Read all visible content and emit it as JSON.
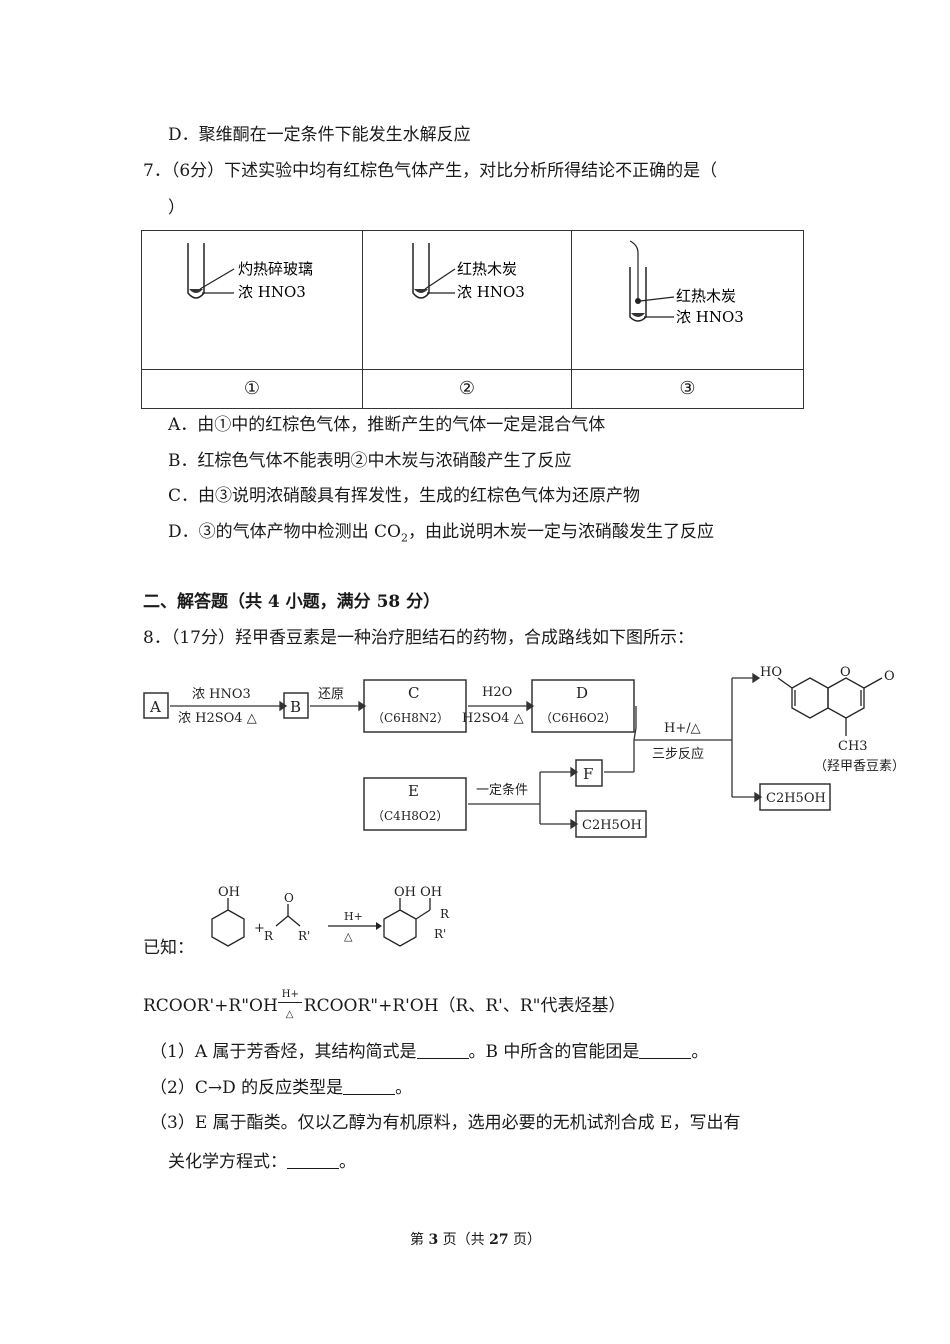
{
  "q6": {
    "optionD": "D．聚维酮在一定条件下能发生水解反应"
  },
  "q7": {
    "stem": "7．（6分）下述实验中均有红棕色气体产生，对比分析所得结论不正确的是（",
    "stem_end": "）",
    "table": {
      "cells": [
        {
          "label1": "灼热碎玻璃",
          "label2": "浓 HNO3"
        },
        {
          "label1": "红热木炭",
          "label2": "浓 HNO3"
        },
        {
          "label1": "红热木炭",
          "label2": "浓 HNO3"
        }
      ],
      "numbers": [
        "①",
        "②",
        "③"
      ]
    },
    "options": {
      "A": "A．由①中的红棕色气体，推断产生的气体一定是混合气体",
      "B": "B．红棕色气体不能表明②中木炭与浓硝酸产生了反应",
      "C": "C．由③说明浓硝酸具有挥发性，生成的红棕色气体为还原产物",
      "D_pre": "D．③的气体产物中检测出 CO",
      "D_sub": "2",
      "D_post": "，由此说明木炭一定与浓硝酸发生了反应"
    }
  },
  "section2": {
    "title": "二、解答题（共 4 小题，满分 58 分）"
  },
  "q8": {
    "stem": "8．（17分）羟甲香豆素是一种治疗胆结石的药物，合成路线如下图所示：",
    "scheme": {
      "A": "A",
      "B": "B",
      "C": "C",
      "C_formula": "（C6H8N2）",
      "D": "D",
      "D_formula": "（C6H6O2）",
      "E": "E",
      "E_formula": "（C4H8O2）",
      "F": "F",
      "reagent1_top": "浓 HNO3",
      "reagent1_bottom": "浓 H2SO4 △",
      "reagent2": "还原",
      "reagent3_top": "H2O",
      "reagent3_bottom": "H2SO4 △",
      "reagent4": "一定条件",
      "reagent5_top": "H+/△",
      "reagent5_bottom": "三步反应",
      "product_name": "（羟甲香豆素）",
      "byproduct": "C2H5OH",
      "product_HO": "HO",
      "product_O": "O",
      "product_CH3": "CH3"
    },
    "known_label": "已知：",
    "known_reaction": {
      "OH": "OH",
      "R": "R",
      "R2": "R'",
      "O": "O",
      "plus": "+",
      "cat": "H+",
      "heat": "△",
      "OH2": "OH OH"
    },
    "ester_exchange": {
      "left": "RCOOR'+R\"OH",
      "cat": "H+",
      "heat": "△",
      "right": "RCOOR\"+R'OH（R、R'、R\"代表烃基）"
    },
    "sub1": {
      "a": "（1）A 属于芳香烃，其结构简式是",
      "b": "。B 中所含的官能团是",
      "c": "。"
    },
    "sub2": {
      "a": "（2）C→D 的反应类型是",
      "b": "。"
    },
    "sub3": {
      "a": "（3）E 属于酯类。仅以乙醇为有机原料，选用必要的无机试剂合成 E，写出有",
      "b": "关化学方程式：",
      "c": "。"
    }
  },
  "footer": {
    "pre": "第 ",
    "page": "3",
    "mid": " 页（共 ",
    "total": "27",
    "post": " 页）"
  }
}
